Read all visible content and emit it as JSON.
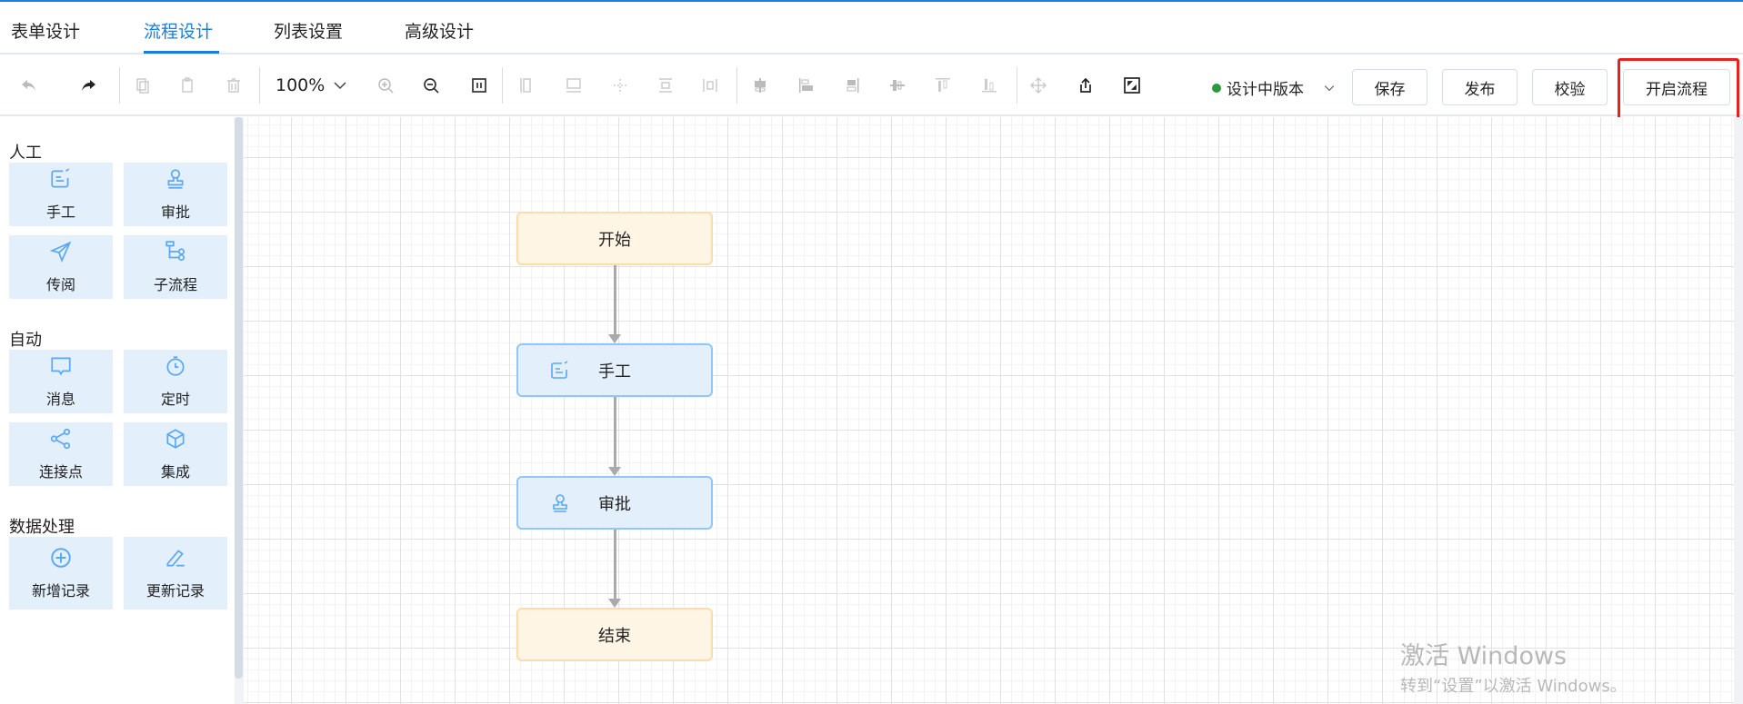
{
  "tabs": [
    {
      "label": "表单设计"
    },
    {
      "label": "流程设计",
      "active": true
    },
    {
      "label": "列表设置"
    },
    {
      "label": "高级设计"
    }
  ],
  "toolbar": {
    "zoom": "100%",
    "version_status": "设计中版本",
    "version_status_color": "#2a9a3a",
    "buttons": {
      "save": "保存",
      "publish": "发布",
      "validate": "校验",
      "enable": "开启流程"
    },
    "icons": [
      "undo-icon",
      "redo-icon",
      "copy-icon",
      "paste-icon",
      "delete-icon",
      "zoom-in-icon",
      "zoom-out-icon",
      "fit-icon",
      "align-left-icon",
      "align-bottom-icon",
      "distribute-icon",
      "align-middle-icon",
      "align-right-icon",
      "align-top-center-icon",
      "align-left-edge-icon",
      "align-right-edge-icon",
      "align-vertical-center-icon",
      "align-top-edge-icon",
      "align-bottom-edge-icon",
      "move-icon",
      "export-icon",
      "fullscreen-icon"
    ]
  },
  "sidebar": {
    "sections": [
      {
        "title": "人工",
        "items": [
          {
            "label": "手工",
            "icon": "edit-form-icon"
          },
          {
            "label": "审批",
            "icon": "stamp-icon"
          },
          {
            "label": "传阅",
            "icon": "paper-plane-icon"
          },
          {
            "label": "子流程",
            "icon": "subprocess-icon"
          }
        ]
      },
      {
        "title": "自动",
        "items": [
          {
            "label": "消息",
            "icon": "message-icon"
          },
          {
            "label": "定时",
            "icon": "timer-icon"
          },
          {
            "label": "连接点",
            "icon": "share-icon"
          },
          {
            "label": "集成",
            "icon": "cube-icon"
          }
        ]
      },
      {
        "title": "数据处理",
        "items": [
          {
            "label": "新增记录",
            "icon": "plus-circle-icon"
          },
          {
            "label": "更新记录",
            "icon": "pen-icon"
          }
        ]
      }
    ]
  },
  "flow": {
    "nodes": [
      {
        "label": "开始",
        "type": "start"
      },
      {
        "label": "手工",
        "type": "manual"
      },
      {
        "label": "审批",
        "type": "approval"
      },
      {
        "label": "结束",
        "type": "end"
      }
    ]
  },
  "watermark": {
    "line1": "激活 Windows",
    "line2": "转到“设置”以激活 Windows。"
  }
}
